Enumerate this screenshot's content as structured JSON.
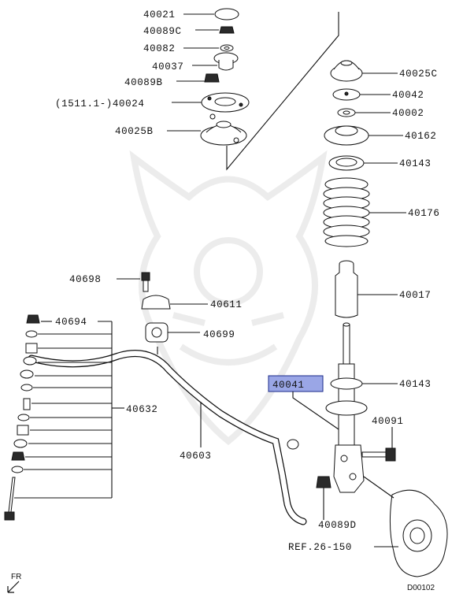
{
  "diagram_code": "D00102",
  "fr_label": "FR",
  "labels": {
    "p40021": "40021",
    "p40089C": "40089C",
    "p40082": "40082",
    "p40037": "40037",
    "p40089B": "40089B",
    "p40024": "(1511.1-)40024",
    "p40025B": "40025B",
    "p40025C": "40025C",
    "p40042": "40042",
    "p40002": "40002",
    "p40162": "40162",
    "p40143a": "40143",
    "p40176": "40176",
    "p40698": "40698",
    "p40611": "40611",
    "p40017": "40017",
    "p40694": "40694",
    "p40699": "40699",
    "p40041": "40041",
    "p40143b": "40143",
    "p40632": "40632",
    "p40091": "40091",
    "p40603": "40603",
    "p40089D": "40089D",
    "ref": "REF.26-150"
  },
  "highlight_color": "#9aa6e6"
}
